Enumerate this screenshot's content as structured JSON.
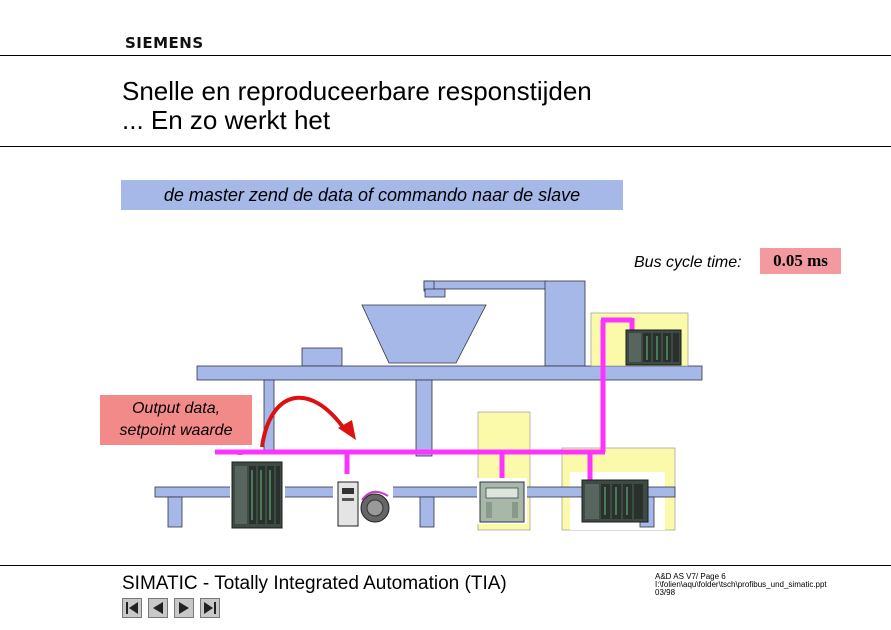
{
  "header": {
    "brand": "SIEMENS",
    "title_line1": "Snelle en reproduceerbare responstijden",
    "title_line2": "... En zo werkt het"
  },
  "diagram": {
    "step_text": "de master zend de data of commando naar de slave",
    "bus_cycle_label": "Bus cycle time:",
    "bus_cycle_value": "0.05 ms",
    "output_line1": "Output data,",
    "output_line2": "setpoint waarde",
    "colors": {
      "banner": "#a6b8e8",
      "bus_value_bg": "#f29aa0",
      "output_bg": "#f28a8a",
      "machine": "#a6b8e8",
      "station_bg": "#fafaaa",
      "bus_line": "#ff33ff",
      "arrow": "#dd1111"
    }
  },
  "footer": {
    "product": "SIMATIC - Totally Integrated Automation (TIA)",
    "meta_line1": "A&D AS V7/  Page 6",
    "meta_line2": "I:\\folien\\aqu\\folder\\tsch\\profibus_und_simatic.ppt",
    "meta_line3": "03/98",
    "nav": [
      "first-icon",
      "previous-icon",
      "next-icon",
      "last-icon"
    ]
  }
}
